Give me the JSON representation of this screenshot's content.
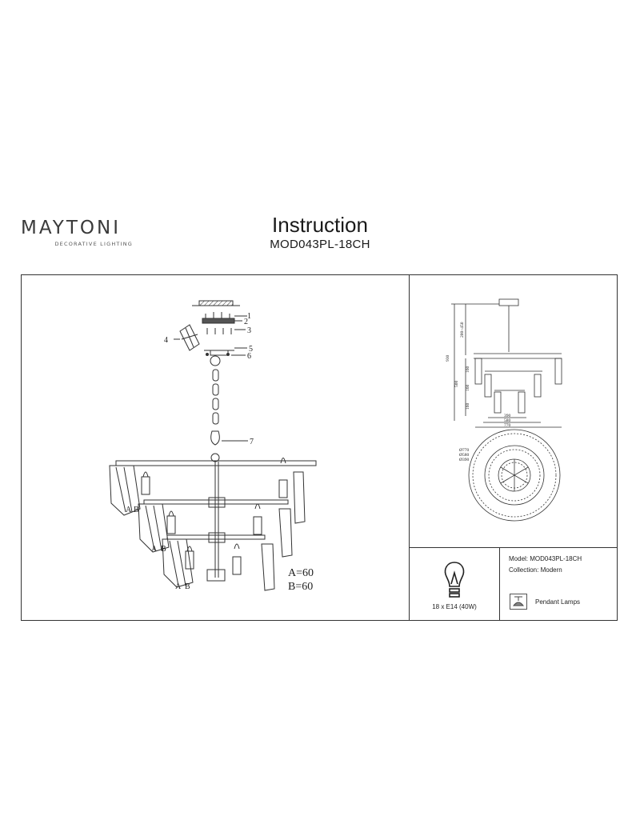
{
  "header": {
    "brand": "MAYTONI",
    "brand_tagline": "DECORATIVE LIGHTING",
    "title": "Instruction",
    "model_code": "MOD043PL-18CH"
  },
  "assembly": {
    "callouts": [
      "1",
      "2",
      "3",
      "4",
      "5",
      "6",
      "7"
    ],
    "shade_labels": [
      "A",
      "B"
    ],
    "dimension_a": "A=60",
    "dimension_b": "B=60"
  },
  "dimensions": {
    "height_total": "930",
    "height_adjust": "200~450",
    "body_height": "500",
    "tier_heights": [
      "160",
      "160",
      "160"
    ],
    "widths": [
      "390",
      "580",
      "770"
    ],
    "diameters": [
      "Ø770",
      "Ø580",
      "Ø390"
    ]
  },
  "specs": {
    "bulb": "18 x E14 (40W)",
    "model": "Model: MOD043PL-18CH",
    "collection": "Collection: Modern",
    "category": "Pendant Lamps"
  },
  "colors": {
    "line": "#333333",
    "text": "#1a1a1a"
  }
}
